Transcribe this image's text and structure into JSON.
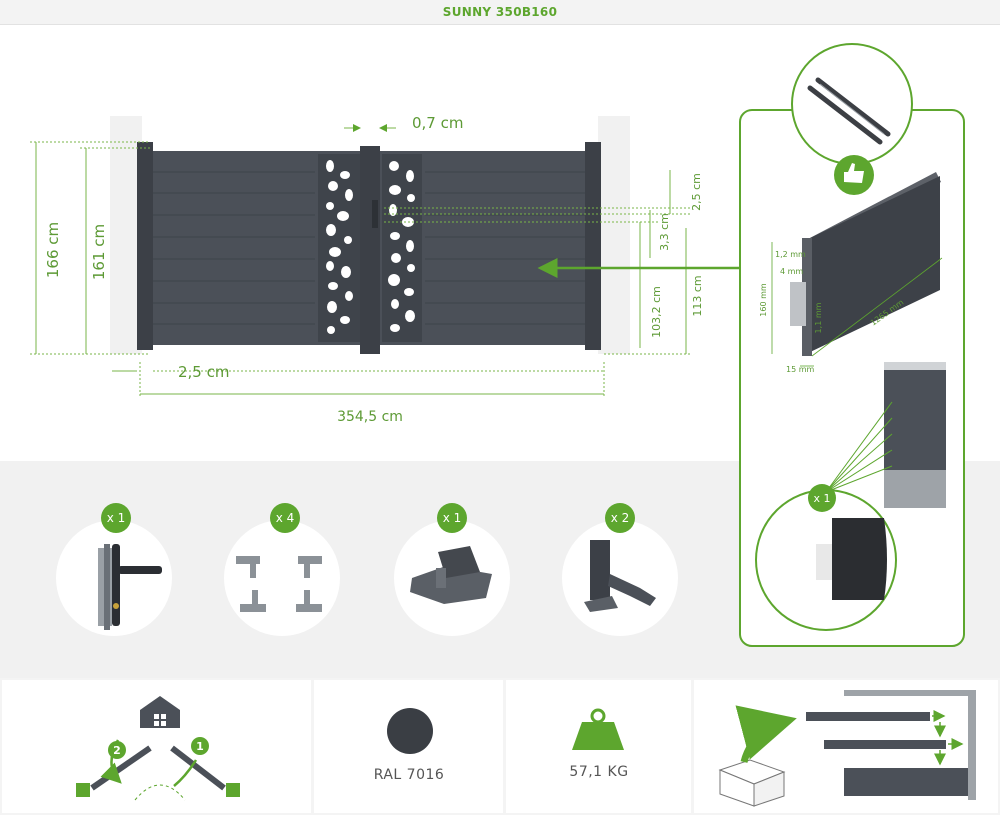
{
  "title": "SUNNY 350B160",
  "colors": {
    "accent": "#5da62e",
    "gate": "#4b5058",
    "dim_line": "#7ab648"
  },
  "dimensions": {
    "gap_top": "0,7 cm",
    "height_outer": "166 cm",
    "height_inner": "161 cm",
    "right_2_5": "2,5 cm",
    "right_3_3": "3,3 cm",
    "right_103_2": "103,2 cm",
    "right_113": "113 cm",
    "bottom_gap": "2,5 cm",
    "total_width": "354,5 cm"
  },
  "profile_detail": {
    "w_1_2": "1,2 mm",
    "w_4": "4 mm",
    "h_160": "160 mm",
    "t_1_1": "1,1 mm",
    "w_15": "15 mm",
    "len_1265": "1265 mm",
    "qty": "x 1"
  },
  "accessories": [
    {
      "qty": "x 1",
      "icon": "handle-lock-icon"
    },
    {
      "qty": "x 4",
      "icon": "hinges-icon"
    },
    {
      "qty": "x 1",
      "icon": "ground-stop-icon"
    },
    {
      "qty": "x 2",
      "icon": "latch-icon"
    }
  ],
  "features": {
    "opening_steps": [
      "2",
      "1"
    ],
    "color_label": "RAL 7016",
    "color_hex": "#3a3e44",
    "weight_label": "57,1 KG"
  }
}
